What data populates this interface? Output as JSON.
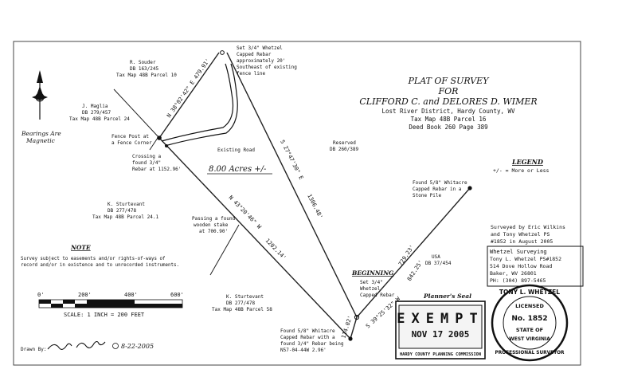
{
  "title": {
    "line1": "PLAT OF SURVEY",
    "line2": "FOR",
    "line3": "CLIFFORD C. and DELORES D. WIMER",
    "line4": "Lost River District, Hardy County, WV",
    "line5": "Tax Map 48B    Parcel 16",
    "line6": "Deed Book 260   Page 389"
  },
  "north": {
    "note1": "Bearings Are",
    "note2": "Magnetic"
  },
  "neighbors": {
    "souder": [
      "R. Souder",
      "DB 163/245",
      "Tax Map 48B    Parcel 10"
    ],
    "maglia": [
      "J. Maglia",
      "DB 279/457",
      "Tax Map 48B    Parcel 24"
    ],
    "sturt1": [
      "K. Sturtevant",
      "DB 277/478",
      "Tax Map 48B    Parcel 24.1"
    ],
    "sturt2": [
      "K. Sturtevant",
      "DB 277/478",
      "Tax Map 48B    Parcel 58"
    ],
    "usa": [
      "USA",
      "DB 37/454"
    ],
    "reserved": [
      "Reserved",
      "DB 260/389"
    ]
  },
  "monuments": {
    "top": [
      "Set 3/4\" Whetzel",
      "Capped Rebar",
      "approximately 20'",
      "Southeast of existing",
      "fence line"
    ],
    "fence_post": [
      "Fence Post at",
      "a Fence Corner"
    ],
    "crossing": [
      "Crossing a",
      "found 3/4\"",
      "Rebar at 1152.96'"
    ],
    "existing_road": "Existing Road",
    "passing": [
      "Passing a found",
      "wooden stake",
      "at 700.90'"
    ],
    "whitacre_right": [
      "Found 5/8\" Whitacre",
      "Capped Rebar in a",
      "Stone Pile"
    ],
    "beginning_label": "BEGINNING",
    "beginning": [
      "Set 3/4\"",
      "Whetzel",
      "Capped Rebar"
    ],
    "whitacre_bottom": [
      "Found 5/8\" Whitacre",
      "Capped Rebar with a",
      "found 3/4\" Rebar being",
      "N57-04-44W    2.96'"
    ]
  },
  "bearings": {
    "top_left": "N 38°02'42\" E  479.91'",
    "long_east": "S 27°47'30\" E",
    "long_east_dist": "1306.48'",
    "south_west": "N 43°20'46\" W",
    "south_west_dist": "1202.14'",
    "bottom_dist": "114.02'",
    "bottom_bearing": "S 39°25'32\" W",
    "right_bearing": "729.23'",
    "right_dist": "842.25'"
  },
  "acres": "8.00 Acres +/-",
  "legend": {
    "title": "LEGEND",
    "item": "+/-  = More or Less"
  },
  "note": {
    "title": "NOTE",
    "lines": [
      "Survey subject to easements and/or rights-of-ways of",
      "record and/or in existence and to unrecorded instruments."
    ]
  },
  "scale": {
    "ticks": [
      "0'",
      "200'",
      "400'",
      "600'"
    ],
    "label": "SCALE:  1 INCH = 200 FEET"
  },
  "surveyed": [
    "Surveyed by Eric Wilkins",
    "and Tony Whetzel   PS",
    "#1852 in August 2005"
  ],
  "company": [
    "Whetzel Surveying",
    "Tony L. Whetzel  PS#1852",
    "514 Dove Hollow Road",
    "Baker, WV    26801",
    "PH: (304) 897-5465"
  ],
  "planner": {
    "title": "Planner's Seal",
    "stamp": "EXEMPT",
    "date": "NOV 17 2005",
    "caption": "HARDY COUNTY PLANNING COMMISSION"
  },
  "seal": {
    "name": "TONY L. WHETZEL",
    "licensed": "LICENSED",
    "number": "No. 1852",
    "state": "STATE OF",
    "state2": "WEST VIRGINIA",
    "prof": "PROFESSIONAL SURVEYOR"
  },
  "drawn": {
    "label": "Drawn By:",
    "date": "8-22-2005"
  }
}
